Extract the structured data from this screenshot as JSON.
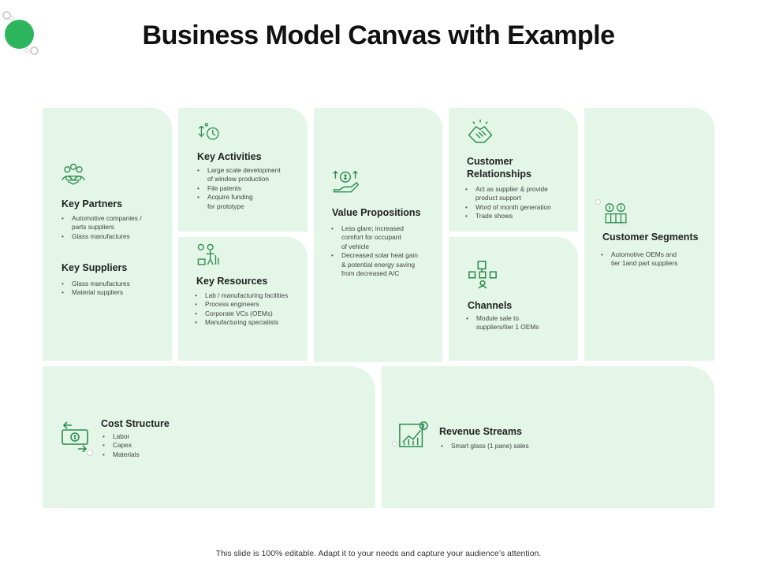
{
  "title": "Business Model Canvas with Example",
  "footer": "This slide is 100% editable. Adapt it to your needs and capture your audience’s attention.",
  "colors": {
    "panel": "#e3f6e8",
    "accent": "#2db55d",
    "icon": "#2e8b4e"
  },
  "key_partners": {
    "icon": "partners-icon",
    "heading": "Key Partners",
    "items": [
      "Automotive companies /\nparts suppliers",
      "Glass manufactures"
    ]
  },
  "key_suppliers": {
    "heading": "Key Suppliers",
    "items": [
      "Glass manufactures",
      "Material suppliers"
    ]
  },
  "key_activities": {
    "icon": "activities-icon",
    "heading": "Key Activities",
    "items": [
      "Large scale development\nof window production",
      "File patents",
      "Acquire funding\n  for prototype"
    ]
  },
  "key_resources": {
    "icon": "resources-icon",
    "heading": "Key Resources",
    "items": [
      "Lab / manufacturing facilities",
      "Process engineers",
      "Corporate VCs (OEMs)",
      "Manufacturing specialists"
    ]
  },
  "value_propositions": {
    "icon": "value-hand-icon",
    "heading": "Value Propositions",
    "items": [
      "Less glare; increased\ncomfort for occupant\nof vehicle",
      "Decreased solar heat gain\n& potential energy saving\nfrom decreased A/C"
    ]
  },
  "customer_relationships": {
    "icon": "handshake-icon",
    "heading": "Customer\nRelationships",
    "items": [
      "Act as supplier & provide\nproduct support",
      "Word of month generation",
      "Trade shows"
    ]
  },
  "channels": {
    "icon": "channels-icon",
    "heading": "Channels",
    "items": [
      "Module sale to\nsuppliers/tier 1 OEMs"
    ]
  },
  "customer_segments": {
    "icon": "segments-icon",
    "heading": "Customer  Segments",
    "items": [
      "Automotive OEMs and\ntier 1and part suppliers"
    ]
  },
  "cost_structure": {
    "icon": "cost-icon",
    "heading": "Cost  Structure",
    "items": [
      "Labor",
      "Capex",
      "Materials"
    ]
  },
  "revenue_streams": {
    "icon": "revenue-chart-icon",
    "heading": "Revenue Streams",
    "items": [
      "Smart glass (1 pane) sales"
    ]
  }
}
